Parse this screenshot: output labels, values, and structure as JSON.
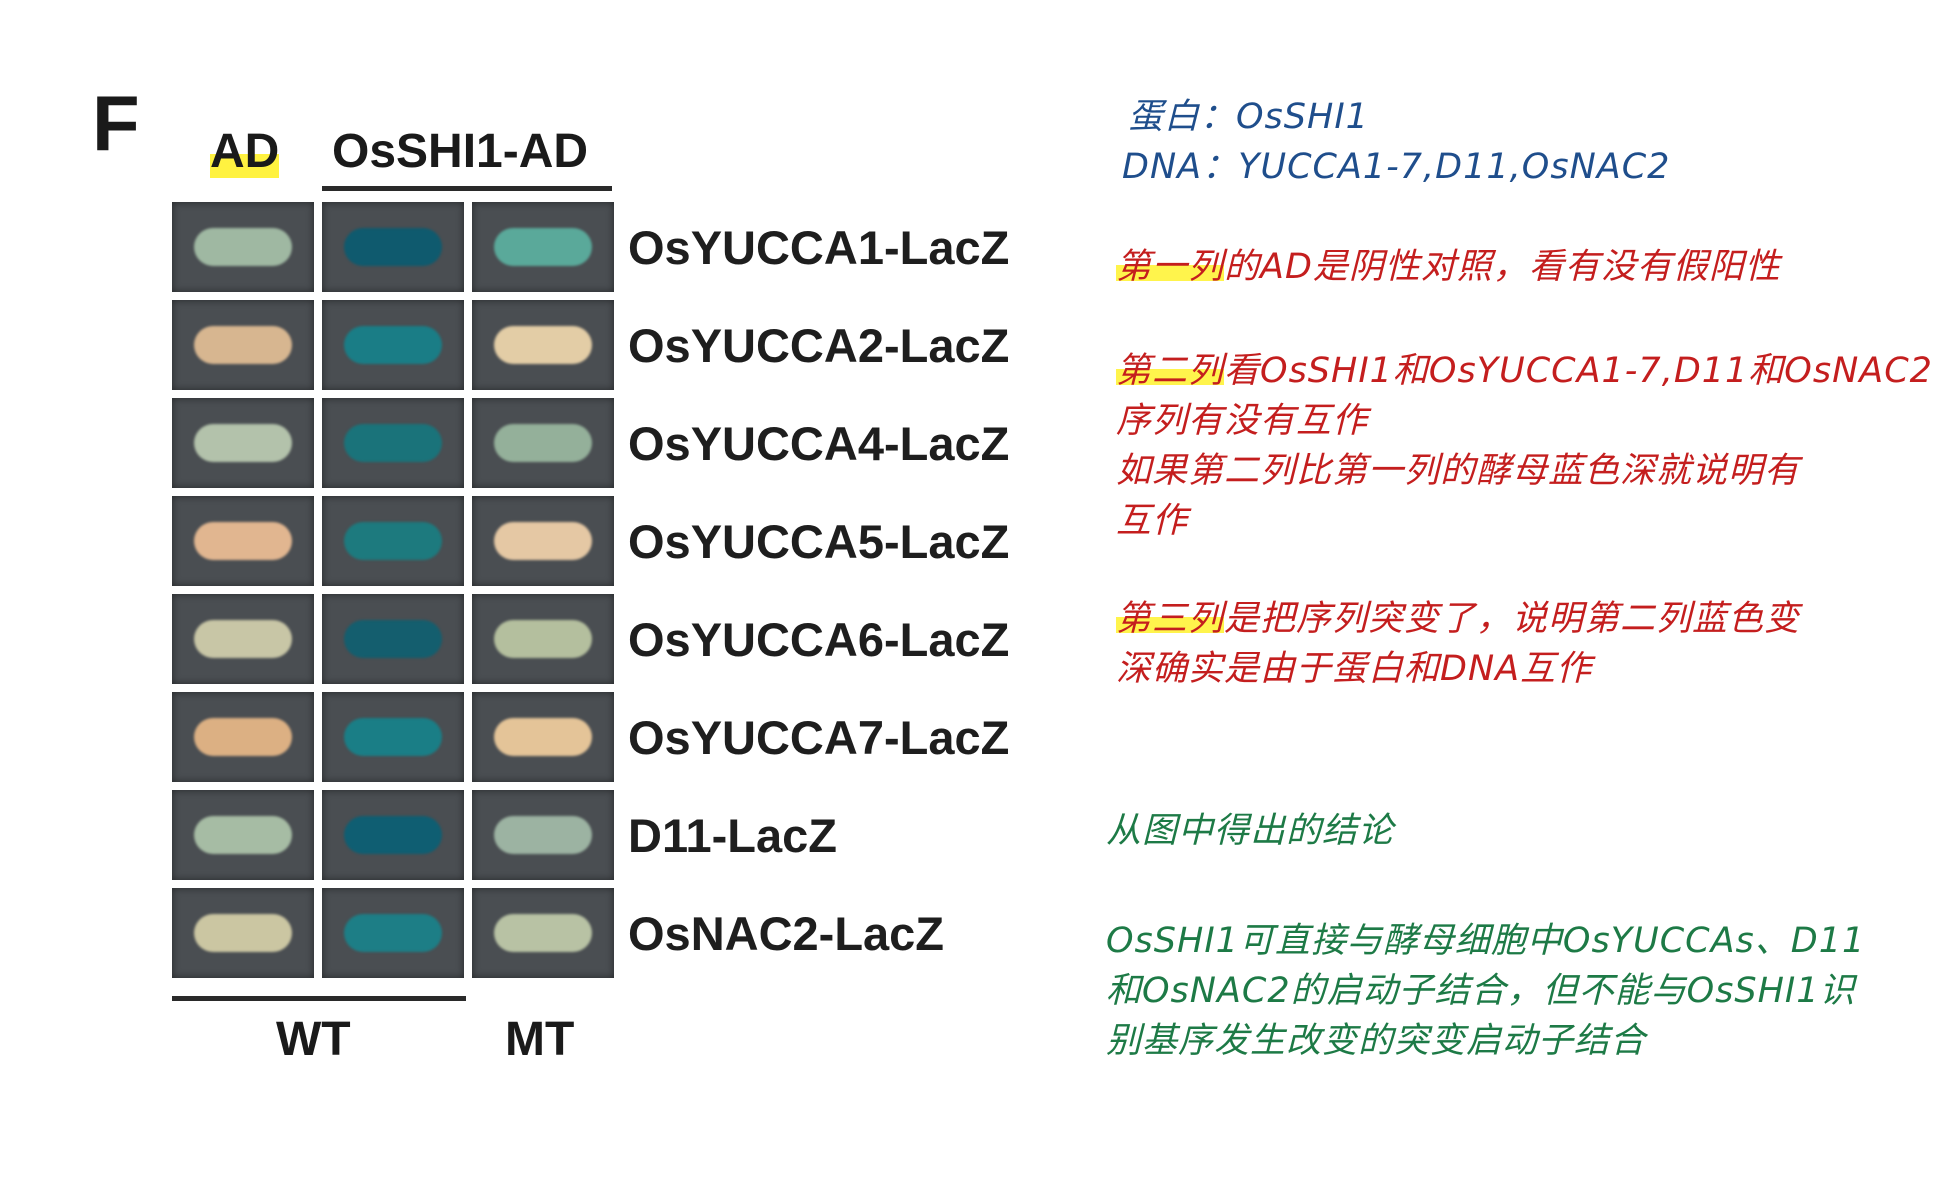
{
  "figure": {
    "panel_letter": "F",
    "column_headers": {
      "ad": "AD",
      "fusion": "OsSHI1-AD"
    },
    "footer_labels": {
      "wt": "WT",
      "mt": "MT"
    },
    "rows": [
      {
        "label": "OsYUCCA1-LacZ",
        "spots": [
          "#9fb8a2",
          "#0f5a6e",
          "#5aa99a"
        ]
      },
      {
        "label": "OsYUCCA2-LacZ",
        "spots": [
          "#d7b690",
          "#1a7d86",
          "#e3cda6"
        ]
      },
      {
        "label": "OsYUCCA4-LacZ",
        "spots": [
          "#b3c2ab",
          "#1a737a",
          "#94b09a"
        ]
      },
      {
        "label": "OsYUCCA5-LacZ",
        "spots": [
          "#e1b690",
          "#1d7a7e",
          "#e5c8a4"
        ]
      },
      {
        "label": "OsYUCCA6-LacZ",
        "spots": [
          "#c8c6a6",
          "#145e6e",
          "#b4bf9e"
        ]
      },
      {
        "label": "OsYUCCA7-LacZ",
        "spots": [
          "#dcb083",
          "#1a7e86",
          "#e4c498"
        ]
      },
      {
        "label": "D11-LacZ",
        "spots": [
          "#a6bca4",
          "#0f5e72",
          "#9cb3a2"
        ]
      },
      {
        "label": "OsNAC2-LacZ",
        "spots": [
          "#cbc6a2",
          "#1d7e86",
          "#b8c2a4"
        ]
      }
    ]
  },
  "notes": {
    "blue": {
      "line1": "蛋白：OsSHI1",
      "line2": "DNA：YUCCA1-7,D11,OsNAC2"
    },
    "red1": {
      "hl": "第一列",
      "rest": "的AD是阴性对照，看有没有假阳性"
    },
    "red2": {
      "hl": "第二列",
      "line1_rest": "看OsSHI1和OsYUCCA1-7,D11和OsNAC2",
      "line2": "序列有没有互作",
      "line3": "如果第二列比第一列的酵母蓝色深就说明有",
      "line4": "互作"
    },
    "red3": {
      "hl": "第三列",
      "line1_rest": "是把序列突变了，说明第二列蓝色变",
      "line2": "深确实是由于蛋白和DNA互作"
    },
    "green1": "从图中得出的结论",
    "green2": {
      "line1": "OsSHI1可直接与酵母细胞中OsYUCCAs、D11",
      "line2": "和OsNAC2的启动子结合，但不能与OsSHI1识",
      "line3": "别基序发生改变的突变启动子结合"
    }
  }
}
